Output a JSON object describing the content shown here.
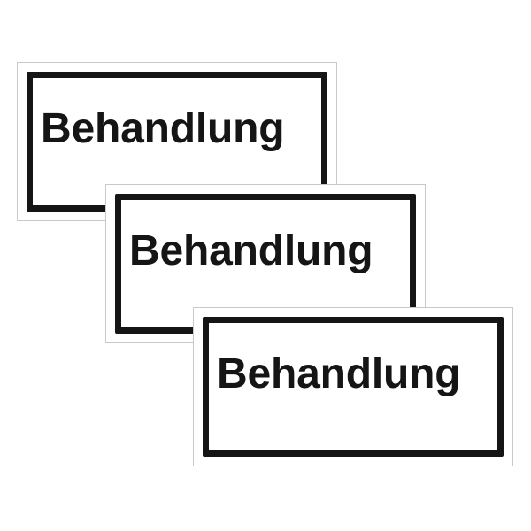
{
  "signs": [
    {
      "text": "Behandlung"
    },
    {
      "text": "Behandlung"
    },
    {
      "text": "Behandlung"
    }
  ],
  "colors": {
    "background": "#ffffff",
    "frame": "#151515",
    "text": "#151515",
    "sign_edge": "#c9c9c9"
  }
}
